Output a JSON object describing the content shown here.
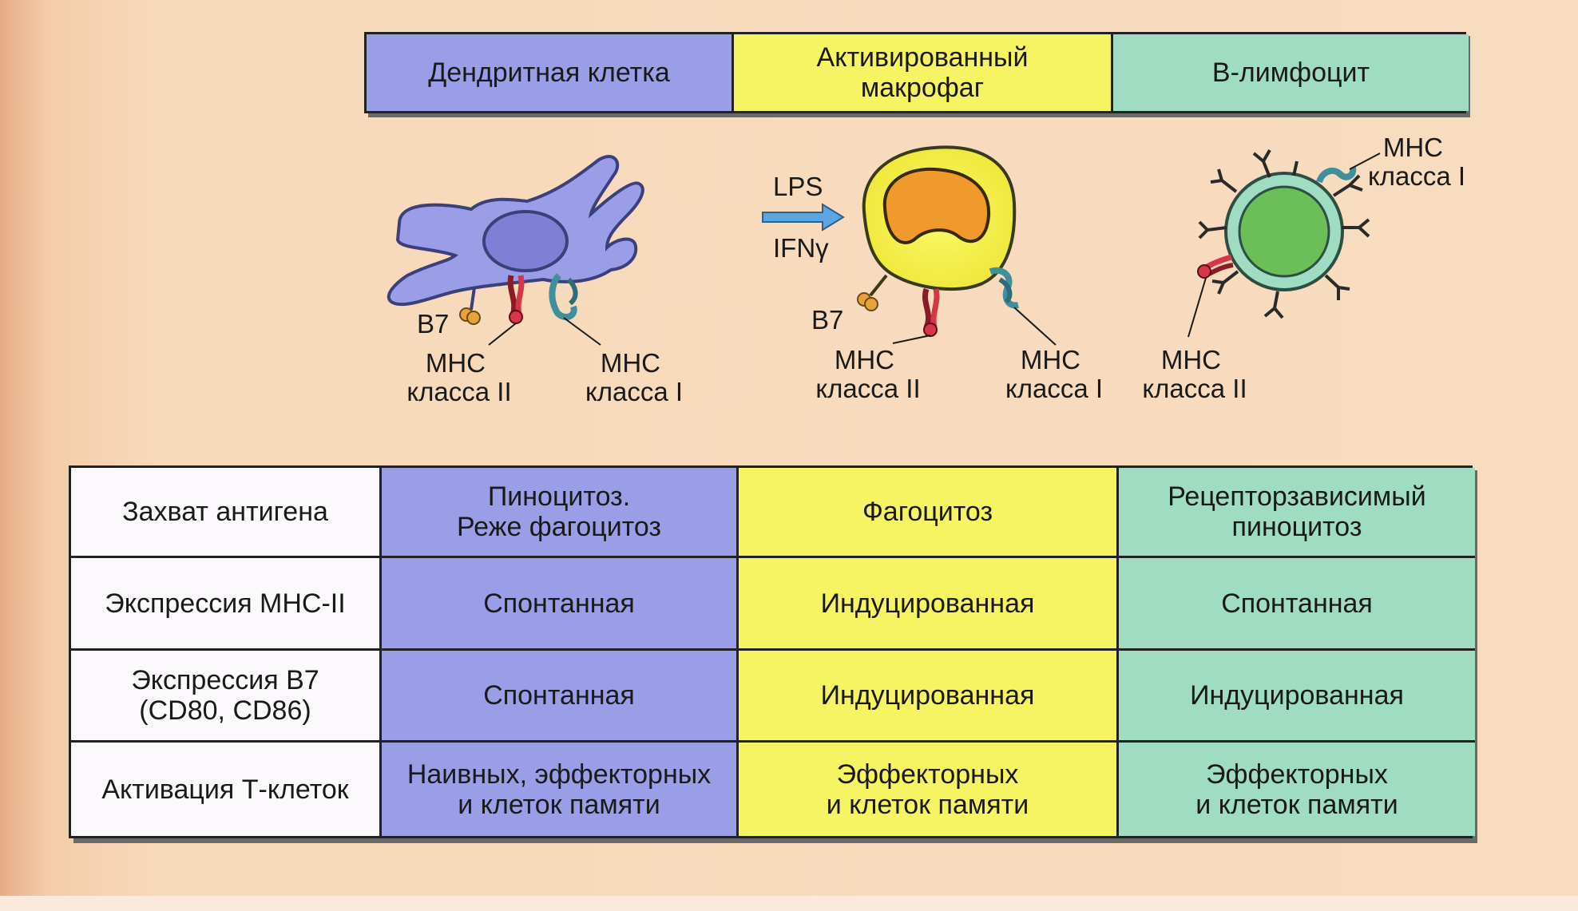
{
  "colors": {
    "dendritic": "#9a9ee6",
    "macrophage": "#f7f463",
    "lymphocyte": "#9fdcc2",
    "label_column": "#fbf9fb",
    "nucleus_orange": "#f09a2c",
    "nucleus_green": "#6cbf57",
    "mhc_ii_red": "#d8344a",
    "mhc_i_teal": "#3f8f9c",
    "b7_orange": "#e8a23a",
    "arrow_blue": "#5aa6e0"
  },
  "header": {
    "dendritic": "Дендритная клетка",
    "macrophage": "Активированный\nмакрофаг",
    "lymphocyte": "В-лимфоцит"
  },
  "diagram": {
    "dendritic": {
      "b7": "В7",
      "mhc_ii": [
        "MHC",
        "класса II"
      ],
      "mhc_i": [
        "MHC",
        "класса I"
      ]
    },
    "stimulus": {
      "lps": "LPS",
      "ifn": "IFNγ"
    },
    "macrophage": {
      "b7": "В7",
      "mhc_ii": [
        "MHC",
        "класса II"
      ],
      "mhc_i": [
        "MHC",
        "класса I"
      ]
    },
    "lymphocyte": {
      "mhc_i": [
        "MHC",
        "класса I"
      ],
      "mhc_ii": [
        "MHC",
        "класса II"
      ]
    }
  },
  "table": {
    "rows": [
      {
        "label": "Захват антигена",
        "dendritic": "Пиноцитоз.\nРеже фагоцитоз",
        "macrophage": "Фагоцитоз",
        "lymphocyte": "Рецепторзависимый\nпиноцитоз"
      },
      {
        "label": "Экспрессия MHC-II",
        "dendritic": "Спонтанная",
        "macrophage": "Индуцированная",
        "lymphocyte": "Спонтанная"
      },
      {
        "label": "Экспрессия В7\n(CD80, CD86)",
        "dendritic": "Спонтанная",
        "macrophage": "Индуцированная",
        "lymphocyte": "Индуцированная"
      },
      {
        "label": "Активация Т-клеток",
        "dendritic": "Наивных, эффекторных\nи клеток памяти",
        "macrophage": "Эффекторных\nи клеток памяти",
        "lymphocyte": "Эффекторных\nи клеток памяти"
      }
    ]
  }
}
